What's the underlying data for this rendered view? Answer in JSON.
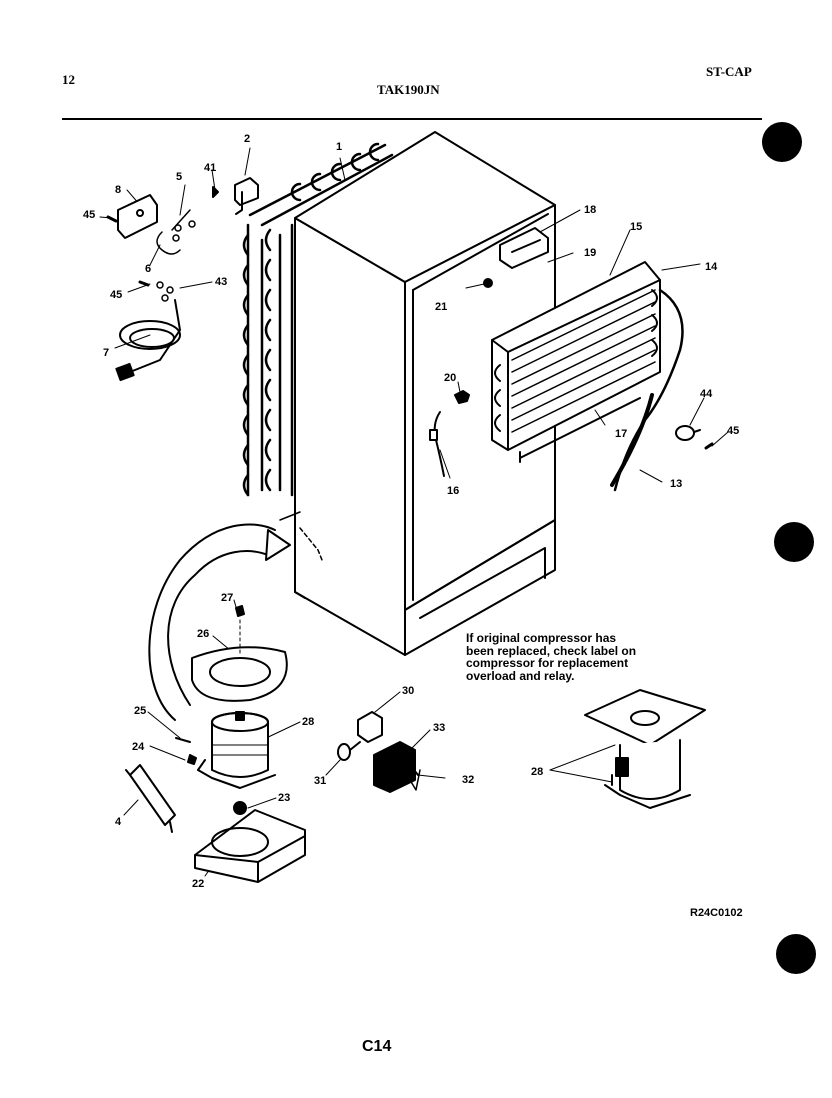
{
  "header": {
    "page_number": "12",
    "model": "TAK190JN",
    "series": "ST-CAP"
  },
  "note_lines": [
    "If original compressor has",
    "been replaced, check label on",
    "compressor for replacement",
    "overload and relay."
  ],
  "drawing_code": "R24C0102",
  "page_code": "C14",
  "parts": {
    "p1": "1",
    "p2": "2",
    "p4": "4",
    "p5": "5",
    "p6": "6",
    "p7": "7",
    "p8": "8",
    "p13": "13",
    "p14": "14",
    "p15": "15",
    "p16": "16",
    "p17": "17",
    "p18": "18",
    "p19": "19",
    "p20": "20",
    "p21": "21",
    "p22": "22",
    "p23": "23",
    "p24": "24",
    "p25": "25",
    "p26": "26",
    "p27": "27",
    "p28a": "28",
    "p28b": "28",
    "p30": "30",
    "p31": "31",
    "p32": "32",
    "p33": "33",
    "p41": "41",
    "p43": "43",
    "p44": "44",
    "p45a": "45",
    "p45b": "45",
    "p45c": "45"
  }
}
